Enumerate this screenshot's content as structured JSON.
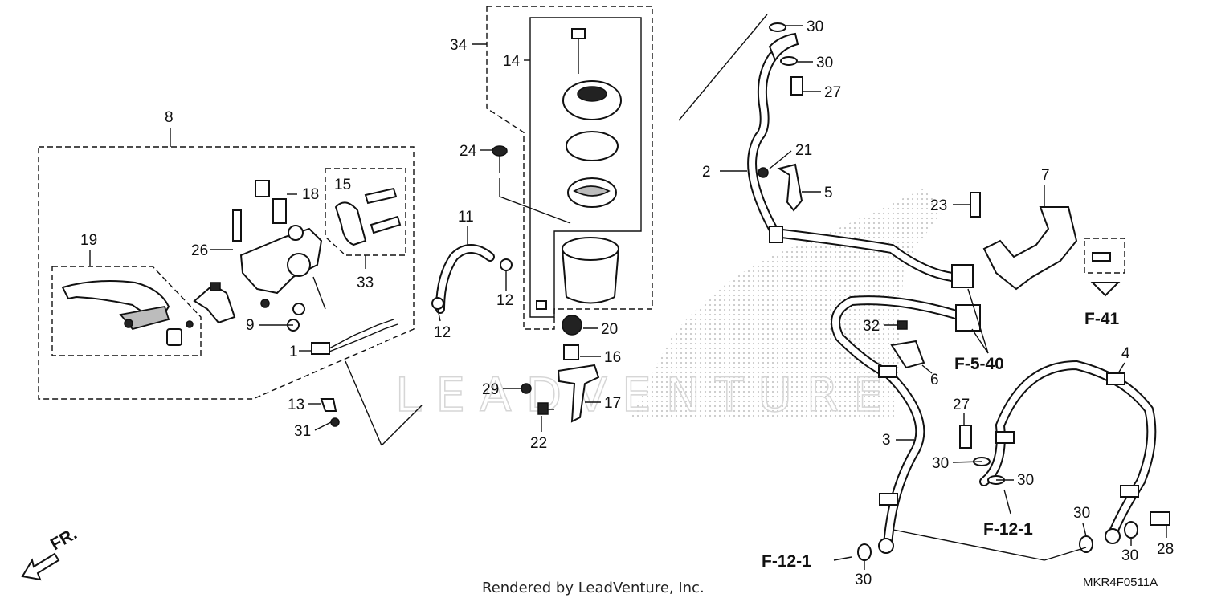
{
  "diagram": {
    "drawing_code": "MKR4F0511A",
    "credit": "Rendered by LeadVenture, Inc.",
    "watermark": "LEADVENTURE",
    "direction_label": "FR.",
    "callouts": {
      "c8": "8",
      "c19": "19",
      "c26": "26",
      "c18": "18",
      "c15": "15",
      "c33": "33",
      "c9": "9",
      "c1": "1",
      "c12a": "12",
      "c11": "11",
      "c12b": "12",
      "c13": "13",
      "c31": "31",
      "c34": "34",
      "c14": "14",
      "c24": "24",
      "c20": "20",
      "c16": "16",
      "c29": "29",
      "c17": "17",
      "c22": "22",
      "c30a": "30",
      "c30b": "30",
      "c27a": "27",
      "c2": "2",
      "c21": "21",
      "c5": "5",
      "c23": "23",
      "c7": "7",
      "c32": "32",
      "c6": "6",
      "c3": "3",
      "c27b": "27",
      "c30c": "30",
      "c30d": "30",
      "c4": "4",
      "c30e": "30",
      "c30f": "30",
      "c28": "28",
      "c30g": "30"
    },
    "references": {
      "f41": "F-41",
      "f540": "F-5-40",
      "f121_right": "F-12-1",
      "f121_bottom": "F-12-1"
    }
  }
}
